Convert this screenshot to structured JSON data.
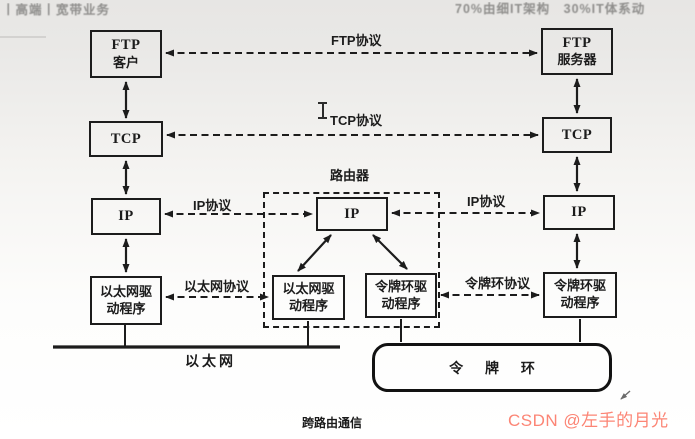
{
  "top_bar": {
    "left_text": "丨高端丨宽带业务",
    "right_text": "70%由细IT架构　30%IT体系动"
  },
  "diagram": {
    "boxes": {
      "ftp_client": {
        "line1": "FTP",
        "line2": "客户"
      },
      "tcp_left": {
        "line1": "TCP"
      },
      "ip_left": {
        "line1": "IP"
      },
      "eth_driver_left": {
        "line1": "以太网驱",
        "line2": "动程序"
      },
      "router_ip": {
        "line1": "IP"
      },
      "router_eth_driver": {
        "line1": "以太网驱",
        "line2": "动程序"
      },
      "router_token_driver": {
        "line1": "令牌环驱",
        "line2": "动程序"
      },
      "ftp_server": {
        "line1": "FTP",
        "line2": "服务器"
      },
      "tcp_right": {
        "line1": "TCP"
      },
      "ip_right": {
        "line1": "IP"
      },
      "token_driver_right": {
        "line1": "令牌环驱",
        "line2": "动程序"
      }
    },
    "labels": {
      "ftp_protocol": "FTP协议",
      "tcp_protocol": "TCP协议",
      "router": "路由器",
      "ip_protocol_left": "IP协议",
      "ip_protocol_right": "IP协议",
      "ethernet_protocol": "以太网协议",
      "token_ring_protocol": "令牌环协议",
      "ethernet": "以太网",
      "token_ring": "令 牌 环",
      "caption": "跨路由通信"
    },
    "colors": {
      "diagram_line": "#1c1c1c",
      "background_top": "#e7e6e4",
      "background_bottom": "#ffffff"
    }
  },
  "watermark": {
    "text": "CSDN @左手的月光",
    "color": "#fc8575"
  }
}
